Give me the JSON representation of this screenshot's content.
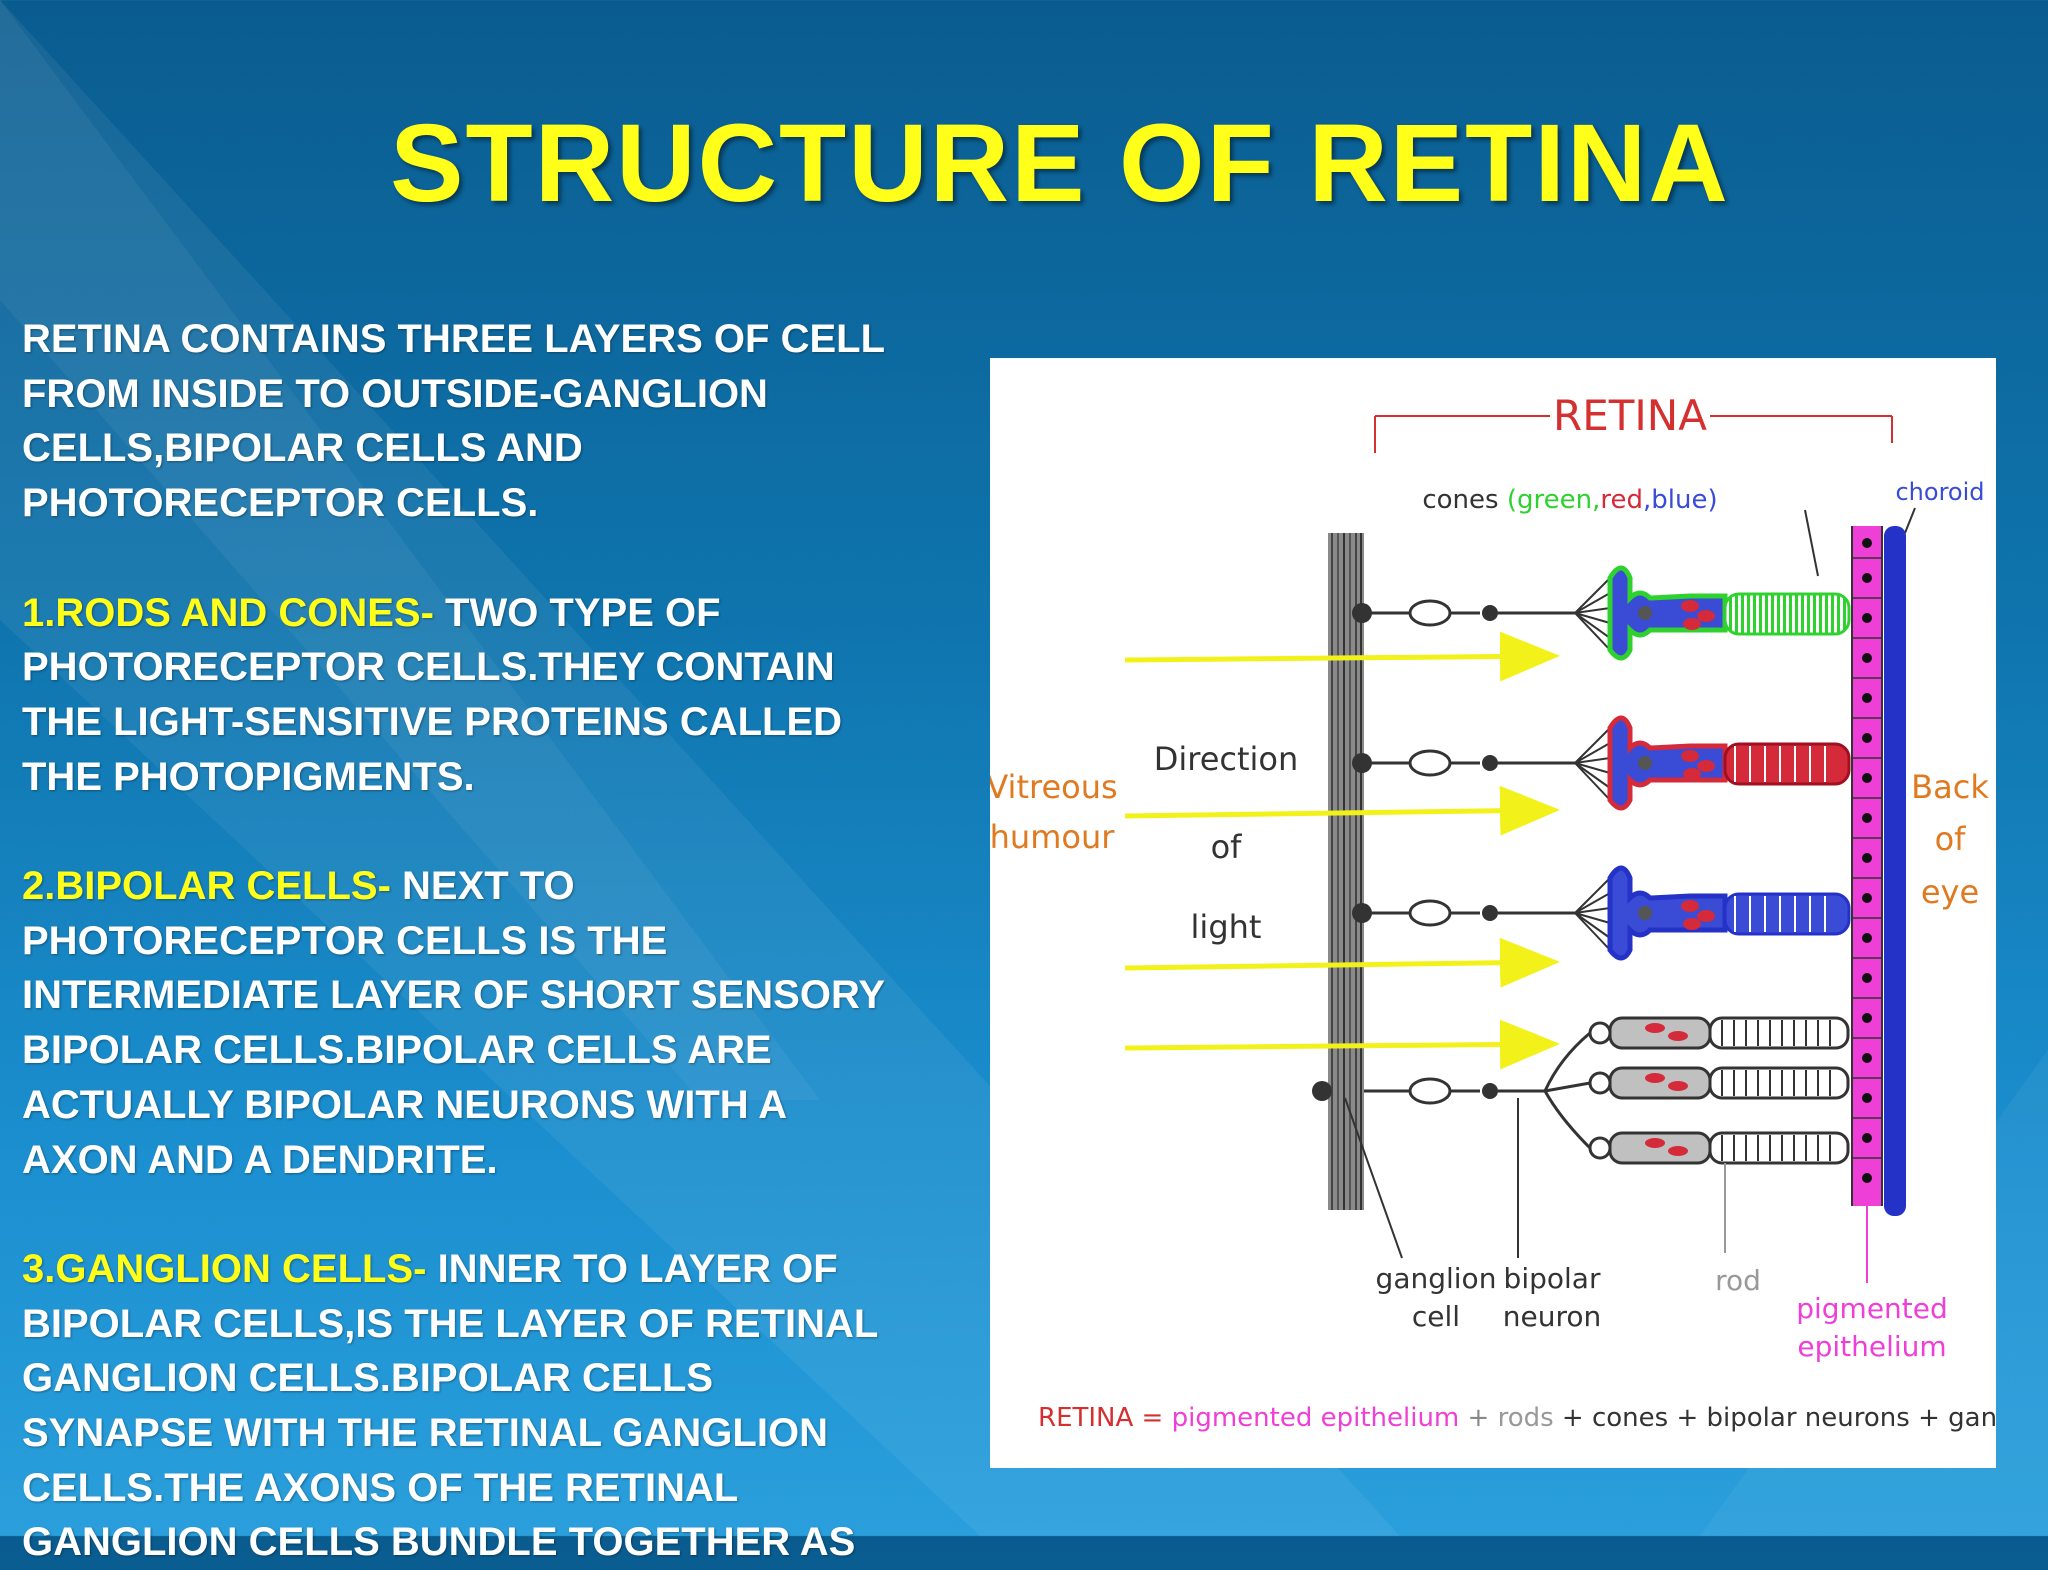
{
  "slide": {
    "title": "STRUCTURE OF RETINA",
    "intro_lines": [
      "RETINA CONTAINS THREE LAYERS OF CELL",
      "FROM INSIDE TO OUTSIDE-GANGLION",
      "CELLS,BIPOLAR CELLS AND",
      "PHOTORECEPTOR CELLS."
    ],
    "rods_cones": {
      "heading": "1.RODS AND CONES-",
      "first_line_rest": " TWO TYPE OF",
      "lines": [
        "PHOTORECEPTOR CELLS.THEY CONTAIN",
        "THE LIGHT-SENSITIVE PROTEINS CALLED",
        "THE PHOTOPIGMENTS."
      ]
    },
    "bipolar": {
      "heading": "2.BIPOLAR CELLS-",
      "first_line_rest": " NEXT TO",
      "lines": [
        "PHOTORECEPTOR CELLS IS THE",
        "INTERMEDIATE  LAYER OF SHORT SENSORY",
        "BIPOLAR CELLS.BIPOLAR CELLS ARE",
        "ACTUALLY BIPOLAR NEURONS WITH A",
        "AXON AND A DENDRITE."
      ]
    },
    "ganglion": {
      "heading": "3.GANGLION CELLS-",
      "first_line_rest": " INNER TO LAYER OF",
      "lines": [
        "BIPOLAR CELLS,IS THE LAYER OF RETINAL",
        "GANGLION CELLS.BIPOLAR CELLS",
        "SYNAPSE WITH THE RETINAL GANGLION",
        "CELLS.THE AXONS OF THE RETINAL",
        "GANGLION CELLS BUNDLE TOGETHER AS"
      ]
    }
  },
  "diagram": {
    "retina_label": "RETINA",
    "cones_word": "cones",
    "cones_open": " (",
    "cones_green": "green",
    "comma1": ",",
    "cones_red": "red",
    "comma2": ",",
    "cones_blue": "blue",
    "cones_close": ")",
    "choroid": "choroid",
    "vitreous_1": "Vitreous",
    "vitreous_2": "humour",
    "direction_1": "Direction",
    "direction_2": "of",
    "direction_3": "light",
    "back_1": "Back",
    "back_2": "of",
    "back_3": "eye",
    "ganglion_1": "ganglion",
    "ganglion_2": "cell",
    "bipolar_1": "bipolar",
    "bipolar_2": "neuron",
    "rod": "rod",
    "pigmented_1": "pigmented",
    "pigmented_2": "epithelium",
    "eq_retina": "RETINA",
    "eq_equals": " = ",
    "eq_pigmented": "pigmented epithelium",
    "eq_plus1": " + ",
    "eq_rods": "rods",
    "eq_plus2": " + ",
    "eq_cones": "cones",
    "eq_plus3": " + ",
    "eq_bipolar": "bipolar neurons",
    "eq_plus4": " + ",
    "eq_ganglion": "ganglion cells"
  },
  "colors": {
    "title": "#ffff1a",
    "highlight": "#ffff1a",
    "body_text": "#ffffff",
    "cone_green": "#2fd12f",
    "cone_red": "#d42a3a",
    "cone_blue": "#3a4bd6",
    "label_red": "#d43030",
    "label_orange": "#e07a20",
    "epithelium_magenta": "#ee3fd6",
    "choroid_blue": "#2432c8",
    "light_arrow": "#f2f21a"
  }
}
